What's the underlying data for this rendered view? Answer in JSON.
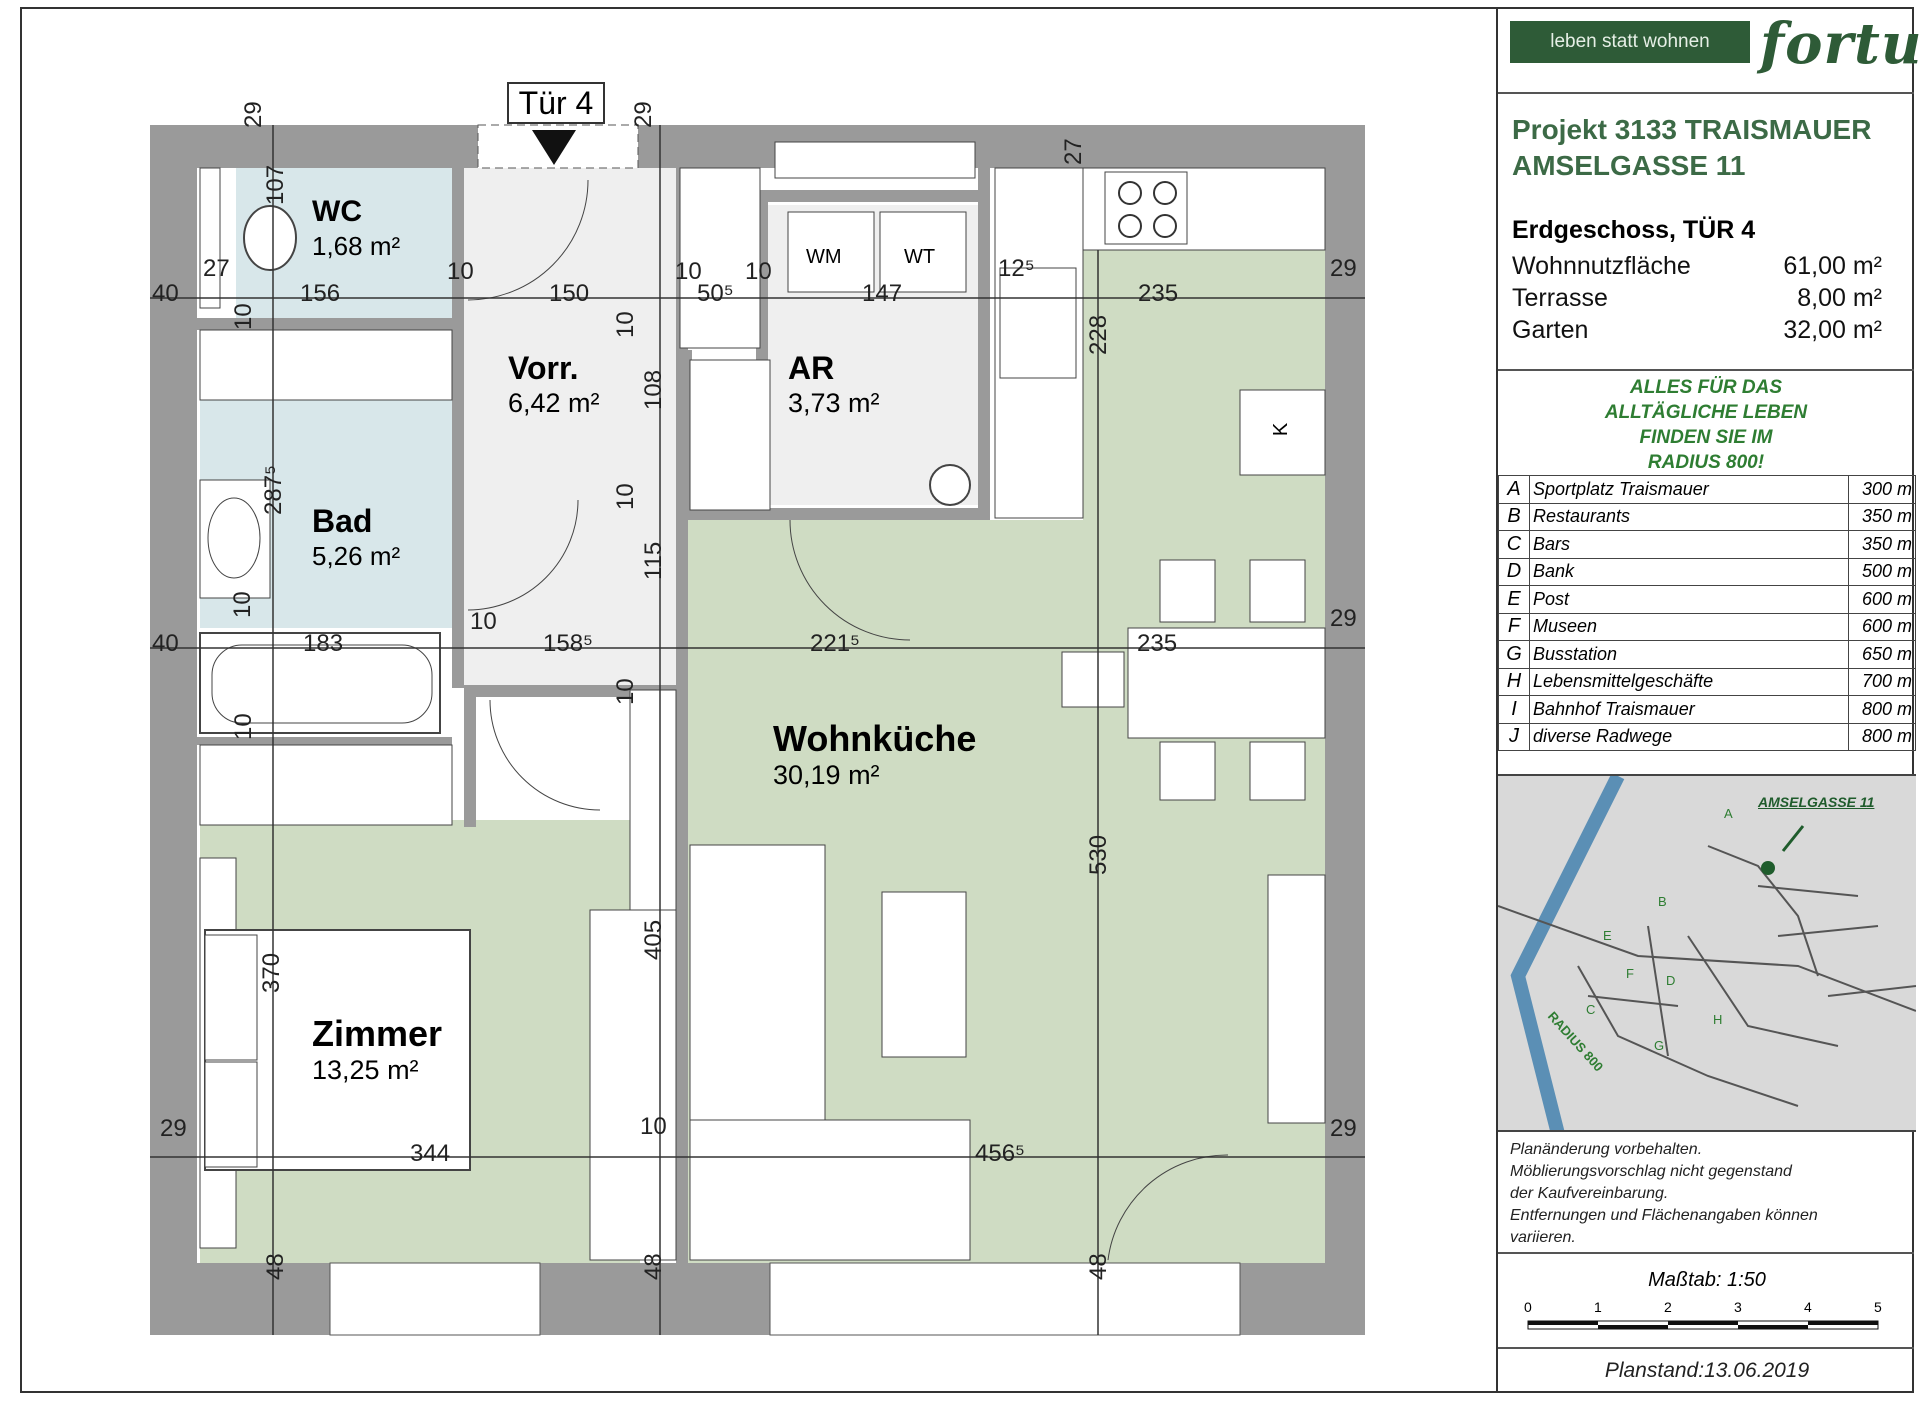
{
  "door_tag": "Tür 4",
  "rooms": [
    {
      "id": "wc",
      "name": "WC",
      "area": "1,68 m²"
    },
    {
      "id": "bad",
      "name": "Bad",
      "area": "5,26 m²"
    },
    {
      "id": "vorr",
      "name": "Vorr.",
      "area": "6,42 m²"
    },
    {
      "id": "ar",
      "name": "AR",
      "area": "3,73 m²"
    },
    {
      "id": "wohn",
      "name": "Wohnküche",
      "area": "30,19 m²"
    },
    {
      "id": "zimmer",
      "name": "Zimmer",
      "area": "13,25 m²"
    }
  ],
  "fixtures": {
    "wm": "WM",
    "wt": "WT",
    "k": "K"
  },
  "dims": [
    "29",
    "29",
    "27",
    "107",
    "27",
    "10",
    "10",
    "10",
    "10",
    "10",
    "12⁵",
    "29",
    "40",
    "156",
    "150",
    "50⁵",
    "147",
    "235",
    "228",
    "10",
    "10",
    "108",
    "287⁵",
    "10",
    "115",
    "29",
    "40",
    "183",
    "158⁵",
    "221⁵",
    "235",
    "10",
    "10",
    "370",
    "405",
    "530",
    "29",
    "344",
    "10",
    "456⁵",
    "29",
    "48",
    "48",
    "48"
  ],
  "sidebar": {
    "logo_text": "leben statt wohnen",
    "brand": "fortuna",
    "project_line1": "Projekt 3133 TRAISMAUER",
    "project_line2": "AMSELGASSE 11",
    "floor": "Erdgeschoss, TÜR 4",
    "facts": [
      {
        "label": "Wohnnutzfläche",
        "value": "61,00 m²"
      },
      {
        "label": "Terrasse",
        "value": "8,00 m²"
      },
      {
        "label": "Garten",
        "value": "32,00 m²"
      }
    ],
    "slogan": [
      "ALLES FÜR DAS",
      "ALLTÄGLICHE LEBEN",
      "FINDEN SIE IM",
      "RADIUS 800!"
    ],
    "distances": [
      {
        "letter": "A",
        "place": "Sportplatz Traismauer",
        "dist": "300 m"
      },
      {
        "letter": "B",
        "place": "Restaurants",
        "dist": "350 m"
      },
      {
        "letter": "C",
        "place": "Bars",
        "dist": "350 m"
      },
      {
        "letter": "D",
        "place": "Bank",
        "dist": "500 m"
      },
      {
        "letter": "E",
        "place": "Post",
        "dist": "600 m"
      },
      {
        "letter": "F",
        "place": "Museen",
        "dist": "600 m"
      },
      {
        "letter": "G",
        "place": "Busstation",
        "dist": "650 m"
      },
      {
        "letter": "H",
        "place": "Lebensmittelgeschäfte",
        "dist": "700 m"
      },
      {
        "letter": "I",
        "place": "Bahnhof Traismauer",
        "dist": "800 m"
      },
      {
        "letter": "J",
        "place": "diverse Radwege",
        "dist": "800 m"
      }
    ],
    "map_label": "AMSELGASSE 11",
    "map_letters": [
      "A",
      "B",
      "E",
      "F",
      "D",
      "C",
      "H",
      "G"
    ],
    "map_radius": "RADIUS 800",
    "disclaimer": [
      "Planänderung vorbehalten.",
      "Möblierungsvorschlag nicht gegenstand",
      "der Kaufvereinbarung.",
      "Entfernungen und Flächenangaben können",
      "variieren."
    ],
    "scale_label": "Maßtab:  1:50",
    "scale_ticks": [
      "0",
      "1",
      "2",
      "3",
      "4",
      "5"
    ],
    "planstand": "Planstand:13.06.2019"
  },
  "colors": {
    "wall": "#9a9a9a",
    "green": "#cfdcc3",
    "blue": "#d8e7ea",
    "hall": "#efefef",
    "brand": "#2e5b37"
  }
}
